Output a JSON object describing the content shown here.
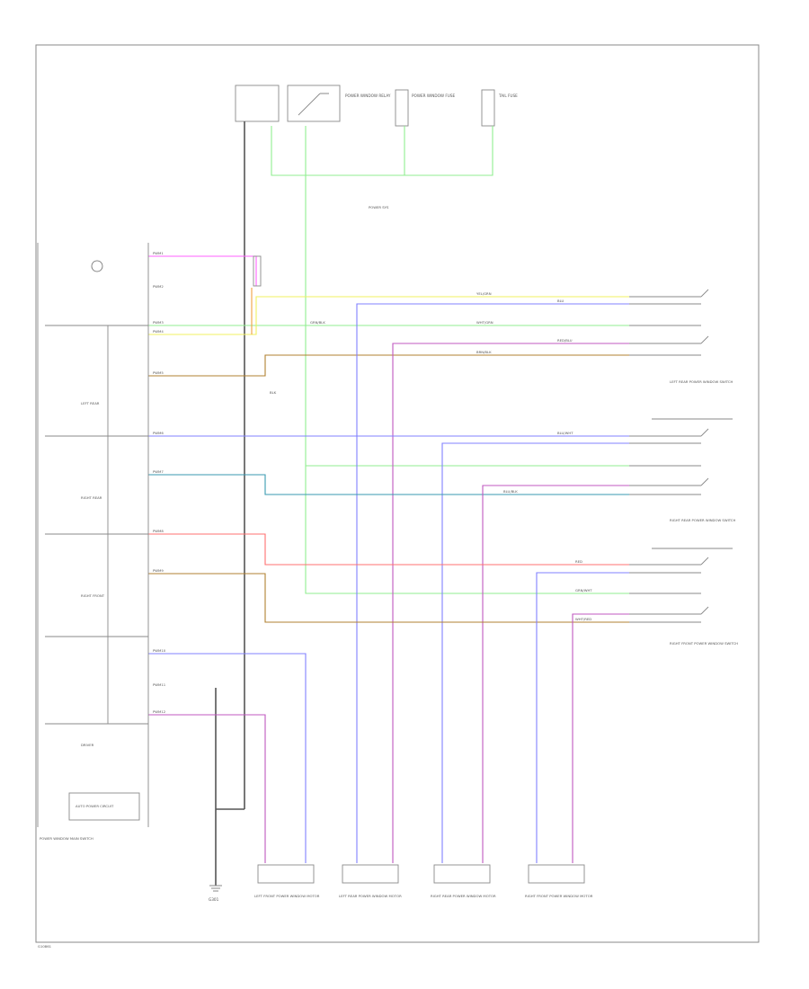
{
  "colors": {
    "frame": "#8a8a8a",
    "black": "#555555",
    "green": "#90ee90",
    "blue": "#8080ff",
    "violet": "#c058c0",
    "pink": "#ff60ff",
    "red": "#ff7070",
    "orange": "#f0a040",
    "brown": "#b08030",
    "yellow": "#f0f060",
    "teal": "#3a9ab0"
  },
  "labels": {
    "switch_block": "POWER WINDOW MAIN SWITCH",
    "motor_lf": "LEFT FRONT POWER WINDOW MOTOR",
    "motor_lr": "LEFT REAR POWER WINDOW MOTOR",
    "motor_rr": "RIGHT REAR POWER WINDOW MOTOR",
    "motor_rf": "RIGHT FRONT POWER WINDOW MOTOR",
    "sub_lr": "LEFT REAR POWER WINDOW SWITCH",
    "sub_rr": "RIGHT REAR POWER WINDOW SWITCH",
    "sub_rf": "RIGHT FRONT POWER WINDOW SWITCH",
    "auto_module": "AUTO POWER CIRCUIT",
    "relay": "POWER WINDOW RELAY",
    "fuse_a": "POWER WINDOW FUSE",
    "fuse_b": "TAIL FUSE",
    "gnd": "G301",
    "corner": "G10861",
    "power_sys": "POWER SYS"
  },
  "sw_pins": [
    "PWM1",
    "PWM2",
    "PWM3",
    "PWM4",
    "PWM5",
    "PWM6",
    "PWM7",
    "PWM8",
    "PWM9",
    "PWM10",
    "PWM11",
    "PWM12"
  ],
  "sw_names": [
    "LEFT REAR",
    "RIGHT REAR",
    "RIGHT FRONT",
    "DRIVER"
  ],
  "wire_labels": {
    "yel_grn": "YEL/GRN",
    "blu": "BLU",
    "grn_blk": "GRN/BLK",
    "wht_grn": "WHT/GRN",
    "red_blu": "RED/BLU",
    "brn_blk": "BRN/BLK",
    "blu_wht": "BLU/WHT",
    "blu_blk": "BLU/BLK",
    "red": "RED",
    "blk": "BLK",
    "wht_red": "WHT/RED",
    "grn_wht": "GRN/WHT"
  }
}
